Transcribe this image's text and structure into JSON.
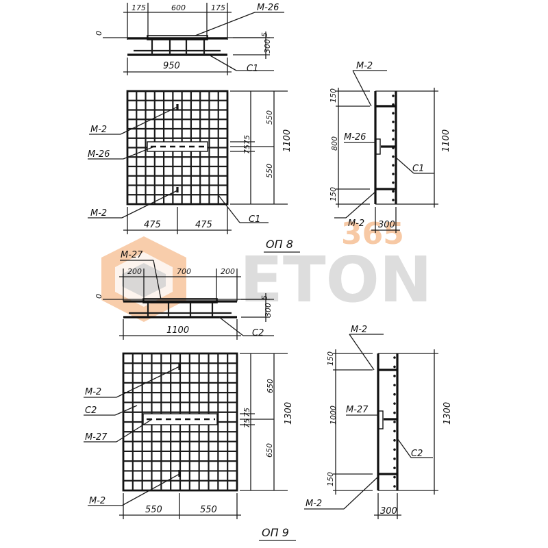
{
  "watermark": {
    "text": "ETON",
    "number": "365",
    "color_orange": "#f3b07a",
    "color_grey": "#c8c8c8"
  },
  "op8": {
    "title": "ОП 8",
    "top_view": {
      "dim_left": "175",
      "dim_mid": "600",
      "dim_right": "175",
      "dim_height": "300",
      "dim_small": "5",
      "dim_zero": "0",
      "width": "950",
      "label_m26": "М-26",
      "label_c1": "С1"
    },
    "front": {
      "height": "1100",
      "upper": "550",
      "lower": "550",
      "small1": "75",
      "small2": "75",
      "left": "475",
      "right": "475",
      "label_m2_top": "М-2",
      "label_m26": "М-26",
      "label_m2_bottom": "М-2",
      "label_c1": "С1"
    },
    "side": {
      "label_m2_top": "М-2",
      "dim_150_top": "150",
      "dim_800": "800",
      "dim_150_bottom": "150",
      "label_m26": "М-26",
      "label_c1": "С1",
      "height": "1100",
      "label_m2_bottom": "М-2",
      "depth": "300"
    }
  },
  "op9": {
    "title": "ОП 9",
    "top_view": {
      "dim_left": "200",
      "dim_mid": "700",
      "dim_right": "200",
      "dim_height": "300",
      "dim_small": "5",
      "dim_zero": "0",
      "width": "1100",
      "label_m27": "М-27",
      "label_c2": "С2"
    },
    "front": {
      "height": "1300",
      "upper": "650",
      "lower": "650",
      "small1": "75",
      "small2": "75",
      "left": "550",
      "right": "550",
      "label_m2_top": "М-2",
      "label_c2": "С2",
      "label_m27": "М-27",
      "label_m2_bottom": "М-2"
    },
    "side": {
      "label_m2_top": "М-2",
      "dim_150_top": "150",
      "dim_1000": "1000",
      "dim_150_bottom": "150",
      "label_m27": "М-27",
      "label_c2": "С2",
      "height": "1300",
      "label_m2_bottom": "М-2",
      "depth": "300"
    }
  }
}
